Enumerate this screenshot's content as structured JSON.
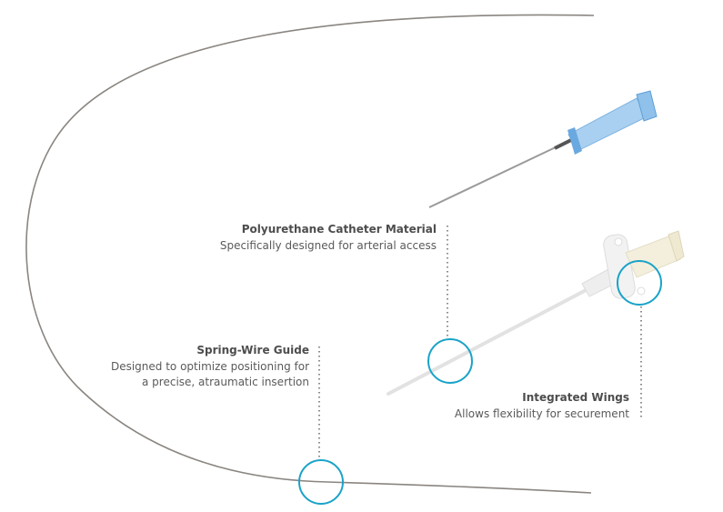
{
  "callouts": [
    {
      "title": "Polyurethane Catheter Material",
      "lines": [
        "Specifically designed for arterial access"
      ]
    },
    {
      "title": "Spring-Wire Guide",
      "lines": [
        "Designed to optimize positioning for",
        "a precise, atraumatic insertion"
      ]
    },
    {
      "title": "Integrated Wings",
      "lines": [
        "Allows flexibility for securement"
      ]
    }
  ],
  "colors": {
    "accent": "#1aa3c8",
    "wire": "#8a8580",
    "needle_hub": "#8fc1ea",
    "text": "#555555"
  }
}
